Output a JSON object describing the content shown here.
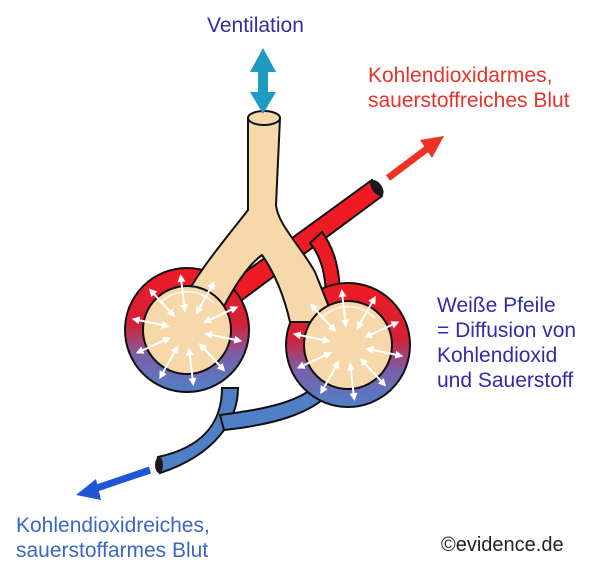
{
  "labels": {
    "ventilation": "Ventilation",
    "oxygen_rich_blood": [
      "Kohlendioxidarmes,",
      "sauerstoffreiches Blut"
    ],
    "white_arrows": [
      "Weiße Pfeile",
      "= Diffusion von",
      "Kohlendioxid",
      "und Sauerstoff"
    ],
    "co2_rich_blood": [
      "Kohlendioxidreiches,",
      "sauerstoffarmes Blut"
    ],
    "copyright": "©evidence.de"
  },
  "colors": {
    "airway_fill": "#f7d8aa",
    "oxygenated_blood": "#ee1b24",
    "deoxygenated_blood": "#4f80c6",
    "ventilation_arrow": "#1e9bc1",
    "outflow_arrow": "#ee3322",
    "inflow_arrow": "#1f55d6",
    "text_dark_blue": "#2e2ea6",
    "text_red": "#e4342b",
    "text_blue": "#3b67c4"
  },
  "icons": {
    "ventilation": "double-headed-arrow-icon",
    "outflow": "arrow-right-up-icon",
    "inflow": "arrow-left-down-icon"
  }
}
